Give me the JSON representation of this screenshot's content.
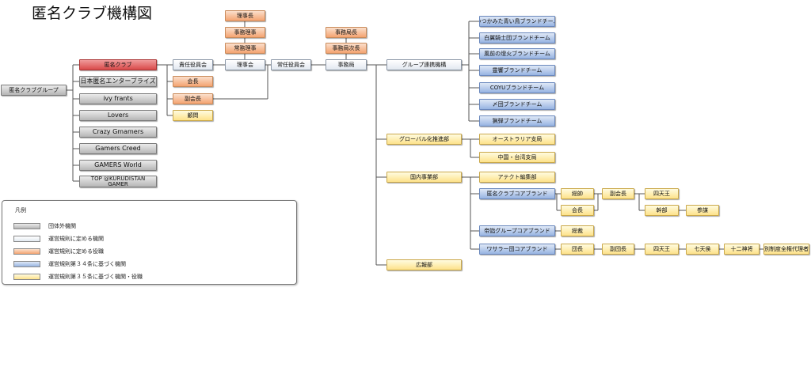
{
  "title": "匿名クラブ機構図",
  "legend": {
    "title": "凡例",
    "items": [
      {
        "color": "gray",
        "label": "団体外機関"
      },
      {
        "color": "white",
        "label": "運営規則に定める機関"
      },
      {
        "color": "orange",
        "label": "運営規則に定める役職"
      },
      {
        "color": "blue",
        "label": "運営規則第３４条に基づく機関"
      },
      {
        "color": "yellow",
        "label": "運営規則第３５条に基づく機関・役職"
      }
    ]
  },
  "nodes": {
    "group": "匿名クラブグループ",
    "anon_club": "匿名クラブ",
    "nihon_ent": "日本匿名エンターブライズ",
    "ivy": "ivy frants",
    "lovers": "Lovers",
    "crazy": "Crazy Gmamers",
    "creed": "Gamers Creed",
    "world": "GAMERS World",
    "top": "TOP @KURUDISTAN\nGAMER",
    "sekinin": "責任役員会",
    "kaicho": "会長",
    "fukukaicho": "副会長",
    "komon": "顧問",
    "rijicho": "理事長",
    "jimu_riji": "事務理事",
    "jokin_riji": "常務理事",
    "rijikai": "理事会",
    "jonin": "常任役員会",
    "jimukyoku": "事務局",
    "jimukyokucho": "事務局長",
    "jimukyoku_jicho": "事務局次長",
    "group_renkei": "グループ連携機構",
    "brand1": "いつかみた青い鳥ブランドチーム",
    "brand2": "白翼騎士団ブランドチーム",
    "brand3": "風前の燈火ブランドチーム",
    "brand4": "靈響ブランドチーム",
    "brand5": "COYUブランドチーム",
    "brand6": "〆団ブランドチーム",
    "brand7": "猟弾ブランドチーム",
    "global": "グローバル化推進部",
    "australia": "オーストラリア支局",
    "china": "中国・台湾支局",
    "kokunai": "国内事業部",
    "artect": "アテクト編集部",
    "anon_core": "匿名クラブコアブランド",
    "soshi": "総帥",
    "kaicho2": "会長",
    "fukukaicho2": "副会長",
    "shitenno": "四天王",
    "kanbu": "幹部",
    "sanbo": "参謀",
    "teiyu_core": "帝詣グループコアブランド",
    "sosai": "総裁",
    "wasara_core": "ワサラー団コアブランド",
    "dancho": "団長",
    "fukudancho": "副団長",
    "shitenno2": "四天王",
    "shichitenko": "七天侯",
    "juni": "十二神将",
    "zenken": "別制度全権代理者",
    "koho": "広報部"
  }
}
